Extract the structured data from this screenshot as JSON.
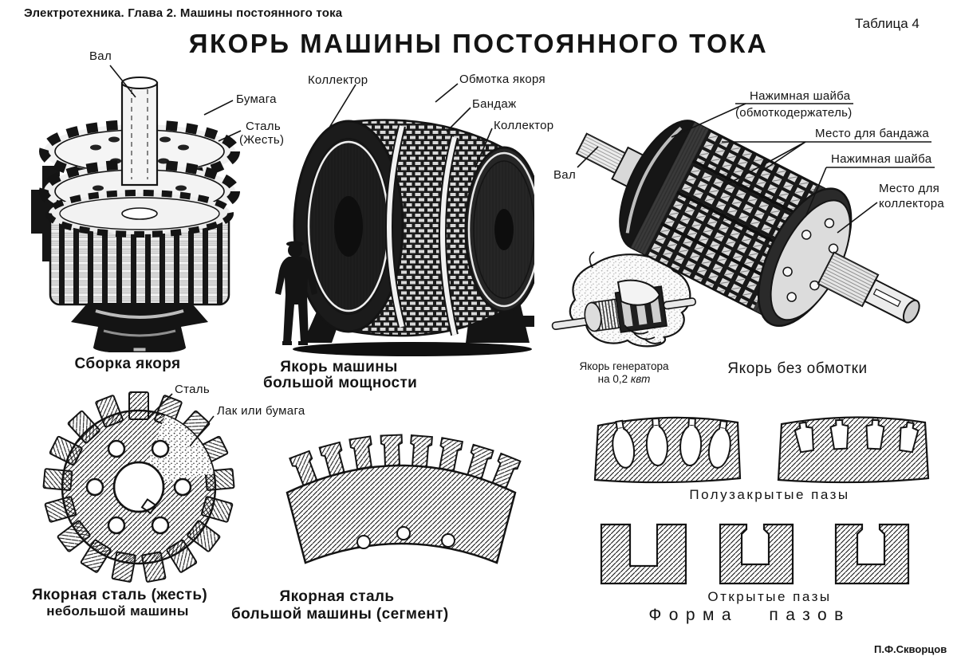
{
  "page": {
    "header": "Электротехника. Глава 2. Машины постоянного тока",
    "table_ref": "Таблица 4",
    "title": "ЯКОРЬ МАШИНЫ ПОСТОЯННОГО ТОКА",
    "signature": "П.Ф.Скворцов",
    "ink_color": "#141414",
    "paper_color": "#ffffff"
  },
  "figures": {
    "assembly": {
      "caption": "Сборка якоря",
      "labels": {
        "shaft": "Вал",
        "paper": "Бумага",
        "steel_line1": "Сталь",
        "steel_line2": "(Жесть)"
      }
    },
    "large_armature": {
      "caption_line1": "Якорь машины",
      "caption_line2": "большой мощности",
      "labels": {
        "collector_left": "Коллектор",
        "winding": "Обмотка якоря",
        "bandage": "Бандаж",
        "collector_right": "Коллектор"
      }
    },
    "small_armature": {
      "caption_line1": "Якорь генератора",
      "caption_line2a": "на 0,2",
      "caption_line2b": "квт"
    },
    "bare_armature": {
      "caption": "Якорь без обмотки",
      "labels": {
        "pressure_washer_line1": "Нажимная шайба",
        "pressure_washer_line2": "(обмоткодержатель)",
        "bandage_place": "Место для бандажа",
        "pressure_washer_2": "Нажимная шайба",
        "collector_place_line1": "Место для",
        "collector_place_line2": "коллектора",
        "shaft": "Вал"
      }
    },
    "small_lamination": {
      "caption_line1": "Якорная сталь (жесть)",
      "caption_line2": "небольшой машины",
      "labels": {
        "steel": "Сталь",
        "lacquer": "Лак или бумага"
      }
    },
    "segment_lamination": {
      "caption_line1": "Якорная сталь",
      "caption_line2": "большой машины (сегмент)"
    },
    "slots": {
      "semi_closed_caption": "Полузакрытые пазы",
      "open_caption": "Открытые пазы",
      "section_title": "Форма пазов"
    }
  }
}
